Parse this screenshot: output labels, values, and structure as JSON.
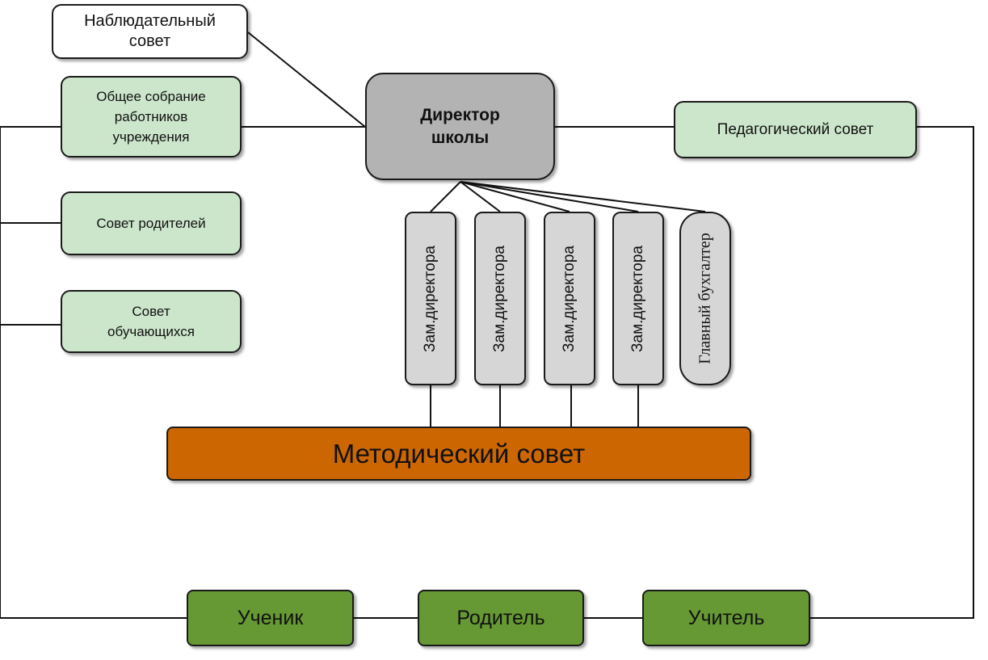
{
  "nodes": {
    "supervisory_board": "Наблюдательный\nсовет",
    "general_meeting": "Общее собрание\nработников\nучреждения",
    "parents_council": "Совет родителей",
    "students_council": "Совет\nобучающихся",
    "director": "Директор\nшколы",
    "pedagogical_council": "Педагогический совет",
    "deputy_1": "Зам.директора",
    "deputy_2": "Зам.директора",
    "deputy_3": "Зам.директора",
    "deputy_4": "Зам.директора",
    "chief_accountant": "Главный бухгалтер",
    "methodical_council": "Методический совет",
    "student": "Ученик",
    "parent": "Родитель",
    "teacher": "Учитель"
  },
  "colors": {
    "light_green": "#cce6cc",
    "director_gray": "#b3b3b3",
    "deputy_gray": "#d6d6d6",
    "orange": "#cc6600",
    "green": "#669933"
  }
}
